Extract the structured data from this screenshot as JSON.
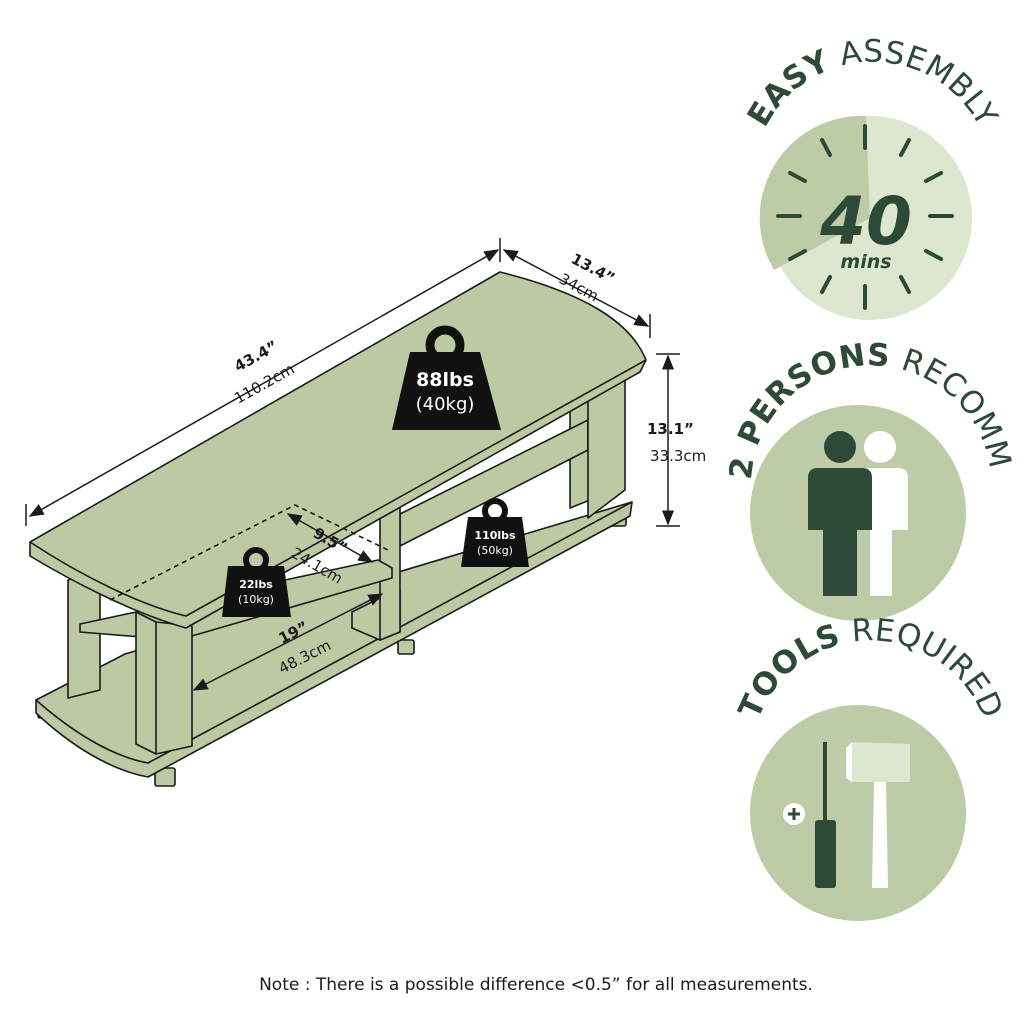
{
  "product": {
    "length_in": "43.4”",
    "length_cm": "110.2cm",
    "depth_in": "13.4”",
    "depth_cm": "34cm",
    "height_in": "13.1”",
    "height_cm": "33.3cm",
    "inner_width_in": "19”",
    "inner_width_cm": "48.3cm",
    "inner_depth_in": "9.5”",
    "inner_depth_cm": "24.1cm"
  },
  "weights": {
    "top": {
      "lbs": "88lbs",
      "kg": "(40kg)"
    },
    "middle": {
      "lbs": "110lbs",
      "kg": "(50kg)"
    },
    "small_shelf": {
      "lbs": "22lbs",
      "kg": "(10kg)"
    }
  },
  "badges": {
    "assembly": {
      "title_bold": "EASY",
      "title_rest": "ASSEMBLY",
      "value": "40",
      "unit": "mins",
      "fraction_complete": 0.667
    },
    "persons": {
      "title_bold": "2 PERSONS",
      "title_rest": "RECOMM."
    },
    "tools": {
      "title_bold": "TOOLS",
      "title_rest": "REQUIRED"
    }
  },
  "note": "Note : There is a possible difference <0.5” for all measurements.",
  "colors": {
    "furniture": "#bcc9a3",
    "outline": "#1a1a1a",
    "badge_bg": "#bdcca6",
    "badge_light": "#dde6cf",
    "dark_green": "#2c4a37",
    "white": "#ffffff"
  },
  "icons": [
    "weight-icon",
    "clock-icon",
    "person-icon",
    "screwdriver-icon",
    "hammer-icon"
  ]
}
